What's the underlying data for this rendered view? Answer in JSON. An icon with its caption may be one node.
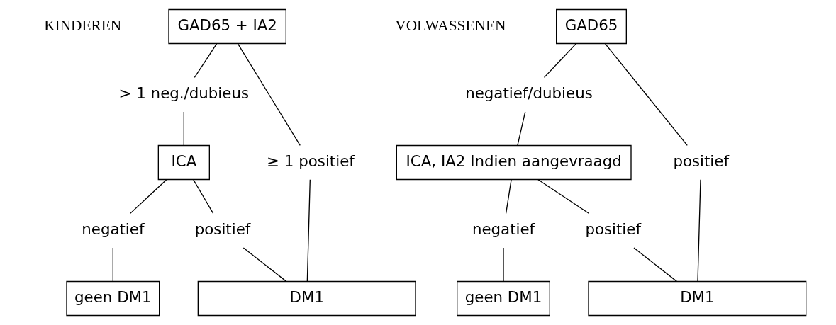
{
  "diagram": {
    "nodes": [
      {
        "text": [
          "GAD65 + IA2"
        ]
      },
      {
        "text": [
          "> 1 neg./dubieus"
        ]
      },
      {
        "text": [
          "≥ 1 positief"
        ]
      },
      {
        "text": [
          "ICA"
        ]
      },
      {
        "text": [
          "negatief"
        ]
      },
      {
        "text": [
          "positief"
        ]
      },
      {
        "text": [
          "geen DM1"
        ]
      },
      {
        "text": [
          "DM1"
        ]
      },
      {
        "text": [
          "GAD65"
        ]
      },
      {
        "text": [
          "negatief/dubieus"
        ]
      },
      {
        "text": [
          "positief"
        ]
      },
      {
        "text": [
          "ICA, IA2 Indien aangevraagd"
        ]
      },
      {
        "text": [
          "negatief"
        ]
      },
      {
        "text": [
          "positief"
        ]
      },
      {
        "text": [
          "geen DM1"
        ]
      },
      {
        "text": [
          "DM1"
        ]
      }
    ],
    "edges": [
      {
        "from": 0,
        "to": 1,
        "arrow": "none"
      },
      {
        "from": 0,
        "to": 2,
        "arrow": "none"
      },
      {
        "from": 1,
        "to": 3,
        "arrow": "none"
      },
      {
        "from": 3,
        "to": 4,
        "arrow": "none"
      },
      {
        "from": 3,
        "to": 5,
        "arrow": "none"
      },
      {
        "from": 4,
        "to": 6,
        "arrow": "none"
      },
      {
        "from": 5,
        "to": 7,
        "arrow": "none"
      },
      {
        "from": 2,
        "to": 7,
        "arrow": "none"
      },
      {
        "from": 8,
        "to": 9,
        "arrow": "none"
      },
      {
        "from": 8,
        "to": 10,
        "arrow": "none"
      },
      {
        "from": 9,
        "to": 11,
        "arrow": "none"
      },
      {
        "from": 11,
        "to": 12,
        "arrow": "none"
      },
      {
        "from": 11,
        "to": 13,
        "arrow": "none"
      },
      {
        "from": 12,
        "to": 14,
        "arrow": "none"
      },
      {
        "from": 13,
        "to": 15,
        "arrow": "none"
      },
      {
        "from": 10,
        "to": 15,
        "arrow": "none"
      }
    ],
    "labels": [
      "KINDEREN",
      "VOLWASSENEN"
    ]
  }
}
